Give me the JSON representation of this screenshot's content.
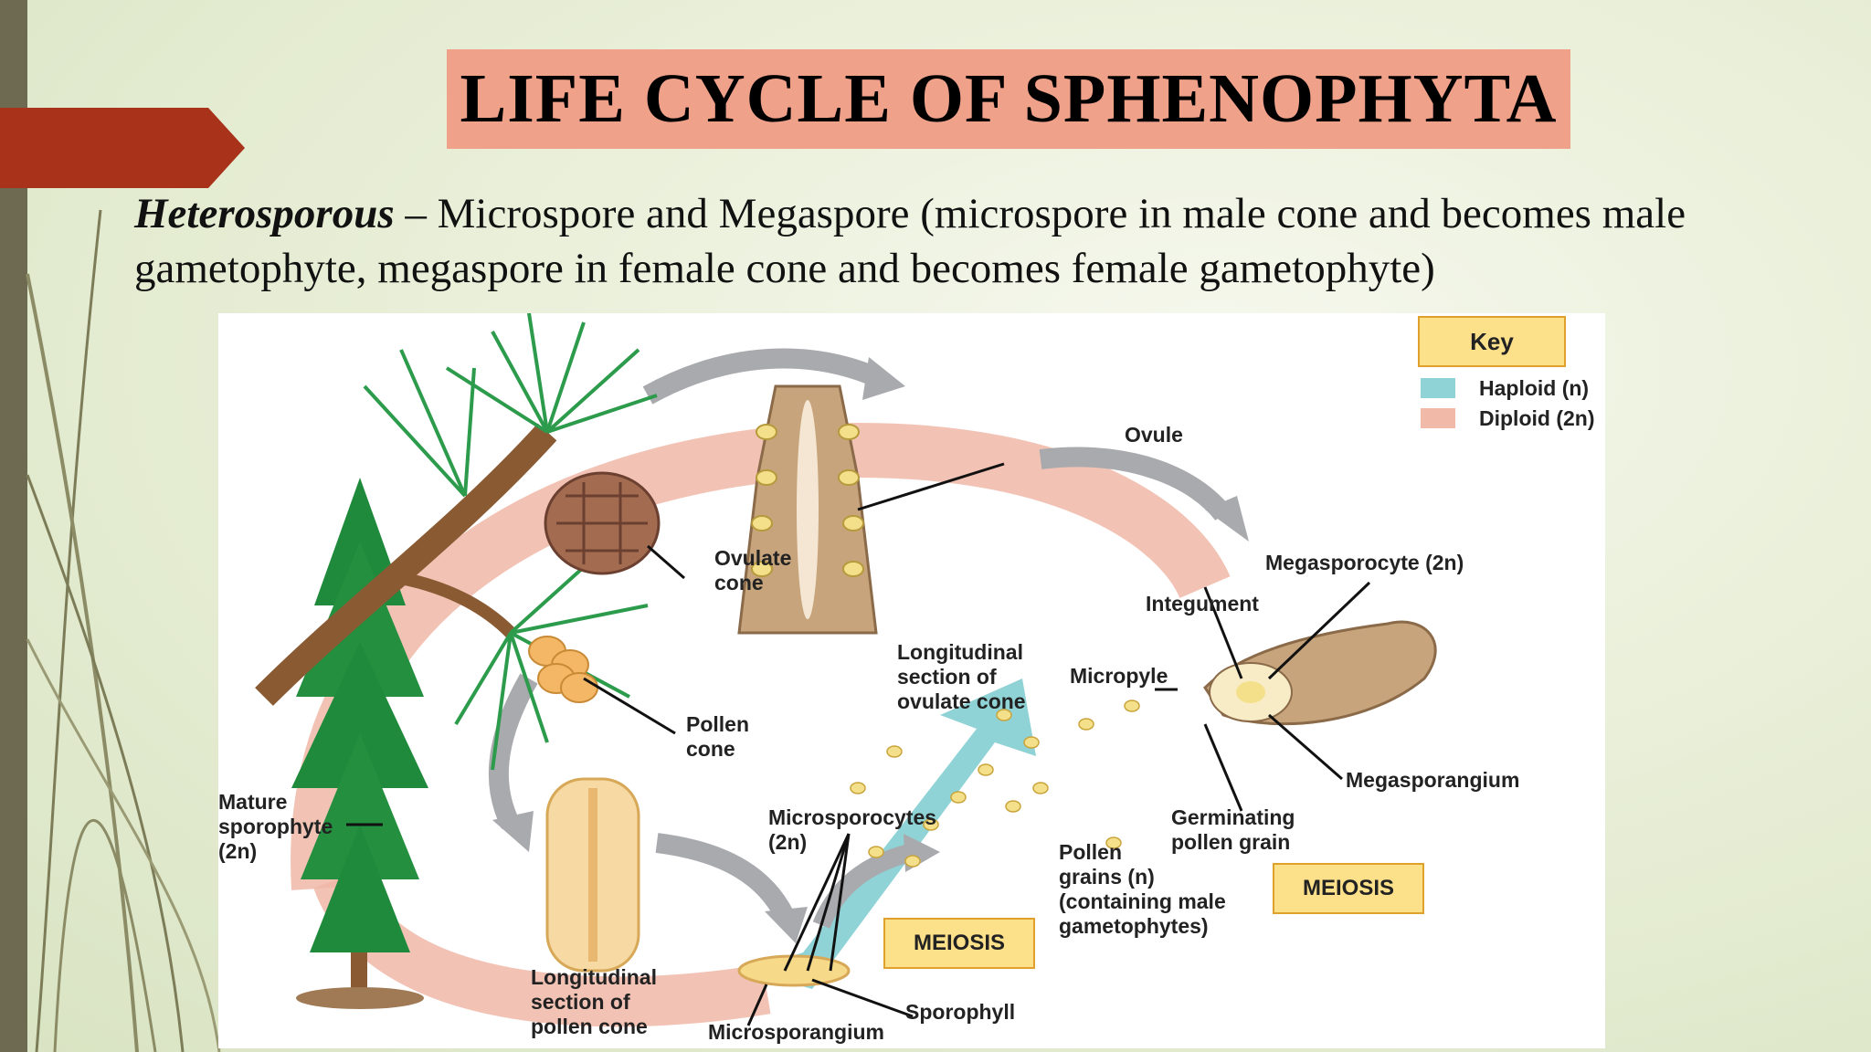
{
  "slide": {
    "title": "LIFE CYCLE OF SPHENOPHYTA",
    "subtitle_term": "Heterosporous",
    "subtitle_text": " – Microspore and Megaspore (microspore in male cone and becomes male gametophyte, megaspore in female cone and becomes female gametophyte)"
  },
  "key": {
    "title": "Key",
    "haploid": "Haploid (n)",
    "diploid": "Diploid (2n)",
    "haploid_color": "#8fd3d6",
    "diploid_color": "#f0b9a8"
  },
  "labels": {
    "ovulate_cone": "Ovulate\ncone",
    "pollen_cone": "Pollen\ncone",
    "mature_sporophyte": "Mature\nsporophyte\n(2n)",
    "ovule": "Ovule",
    "long_section_ovulate": "Longitudinal\nsection of\novulate cone",
    "megasporocyte": "Megasporocyte (2n)",
    "integument": "Integument",
    "micropyle": "Micropyle",
    "megasporangium": "Megasporangium",
    "germinating_pollen": "Germinating\npollen grain",
    "microsporocytes": "Microsporocytes\n(2n)",
    "pollen_grains": "Pollen\ngrains (n)\n(containing male\ngametophytes)",
    "long_section_pollen": "Longitudinal\nsection of\npollen cone",
    "sporophyll": "Sporophyll",
    "microsporangium": "Microsporangium",
    "meiosis_1": "MEIOSIS",
    "meiosis_2": "MEIOSIS"
  },
  "colors": {
    "title_bg": "#f0a18a",
    "flag": "#a8321a",
    "side_bar": "#6e6a52",
    "meiosis_bg": "#fde08a",
    "meiosis_border": "#e0a02c"
  }
}
